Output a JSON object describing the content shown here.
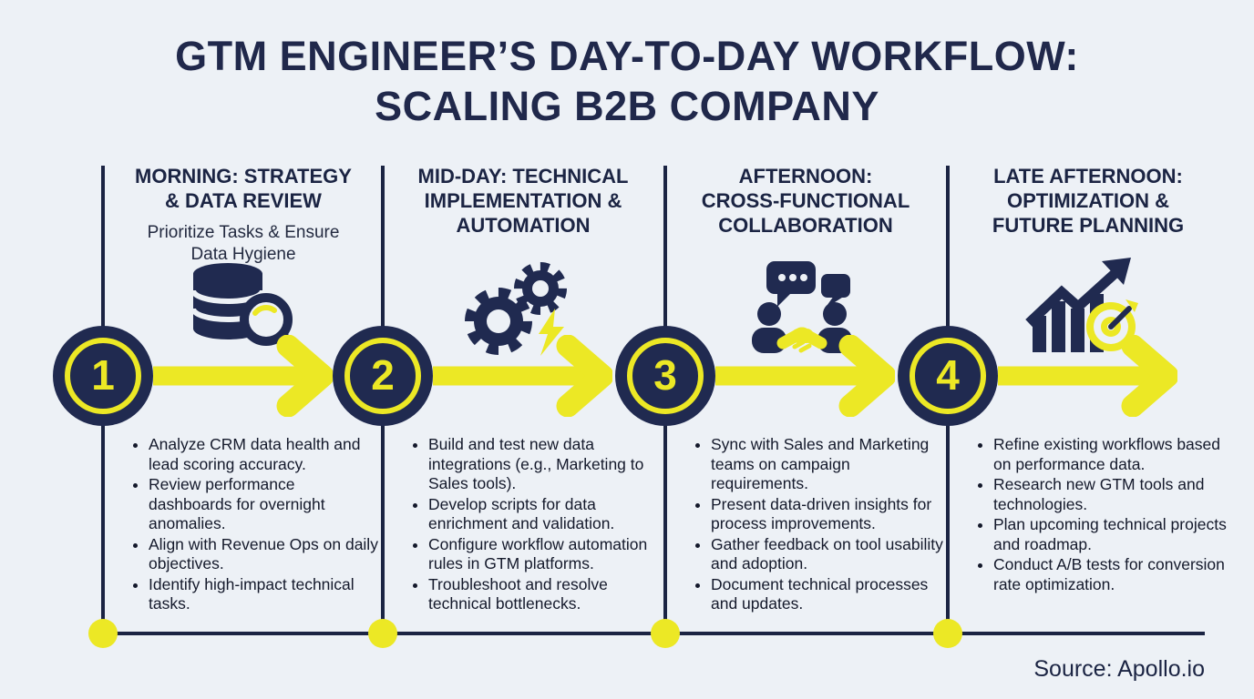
{
  "title": {
    "text": "GTM ENGINEER’S DAY-TO-DAY WORKFLOW:\nSCALING B2B COMPANY"
  },
  "colors": {
    "navy": "#20284b",
    "yellow": "#ece825",
    "background": "#edf1f6",
    "bullet_text": "#14192b"
  },
  "source": "Source: Apollo.io",
  "stages": [
    {
      "number": "1",
      "title": "MORNING: STRATEGY\n& DATA REVIEW",
      "subtitle": "Prioritize Tasks & Ensure\nData Hygiene",
      "icon": "database-search-icon",
      "bullets": [
        "Analyze CRM data health and lead scoring accuracy.",
        "Review performance dashboards for overnight anomalies.",
        "Align with Revenue Ops on daily objectives.",
        "Identify high-impact technical tasks."
      ]
    },
    {
      "number": "2",
      "title": "MID-DAY: TECHNICAL\nIMPLEMENTATION &\nAUTOMATION",
      "subtitle": "",
      "icon": "gears-lightning-icon",
      "bullets": [
        "Build and test new data integrations (e.g., Marketing to Sales tools).",
        "Develop scripts for data enrichment and validation.",
        "Configure workflow automation rules in GTM platforms.",
        "Troubleshoot and resolve technical bottlenecks."
      ]
    },
    {
      "number": "3",
      "title": "AFTERNOON:\nCROSS-FUNCTIONAL\nCOLLABORATION",
      "subtitle": "",
      "icon": "collaboration-handshake-icon",
      "bullets": [
        "Sync with Sales and Marketing teams on campaign requirements.",
        "Present data-driven insights for process improvements.",
        "Gather feedback on tool usability and adoption.",
        "Document technical processes and updates."
      ]
    },
    {
      "number": "4",
      "title": "LATE AFTERNOON:\nOPTIMIZATION &\nFUTURE PLANNING",
      "subtitle": "",
      "icon": "growth-target-icon",
      "bullets": [
        "Refine existing workflows based on performance data.",
        "Research new GTM tools and technologies.",
        "Plan upcoming technical projects and roadmap.",
        "Conduct A/B tests for conversion rate optimization."
      ]
    }
  ]
}
